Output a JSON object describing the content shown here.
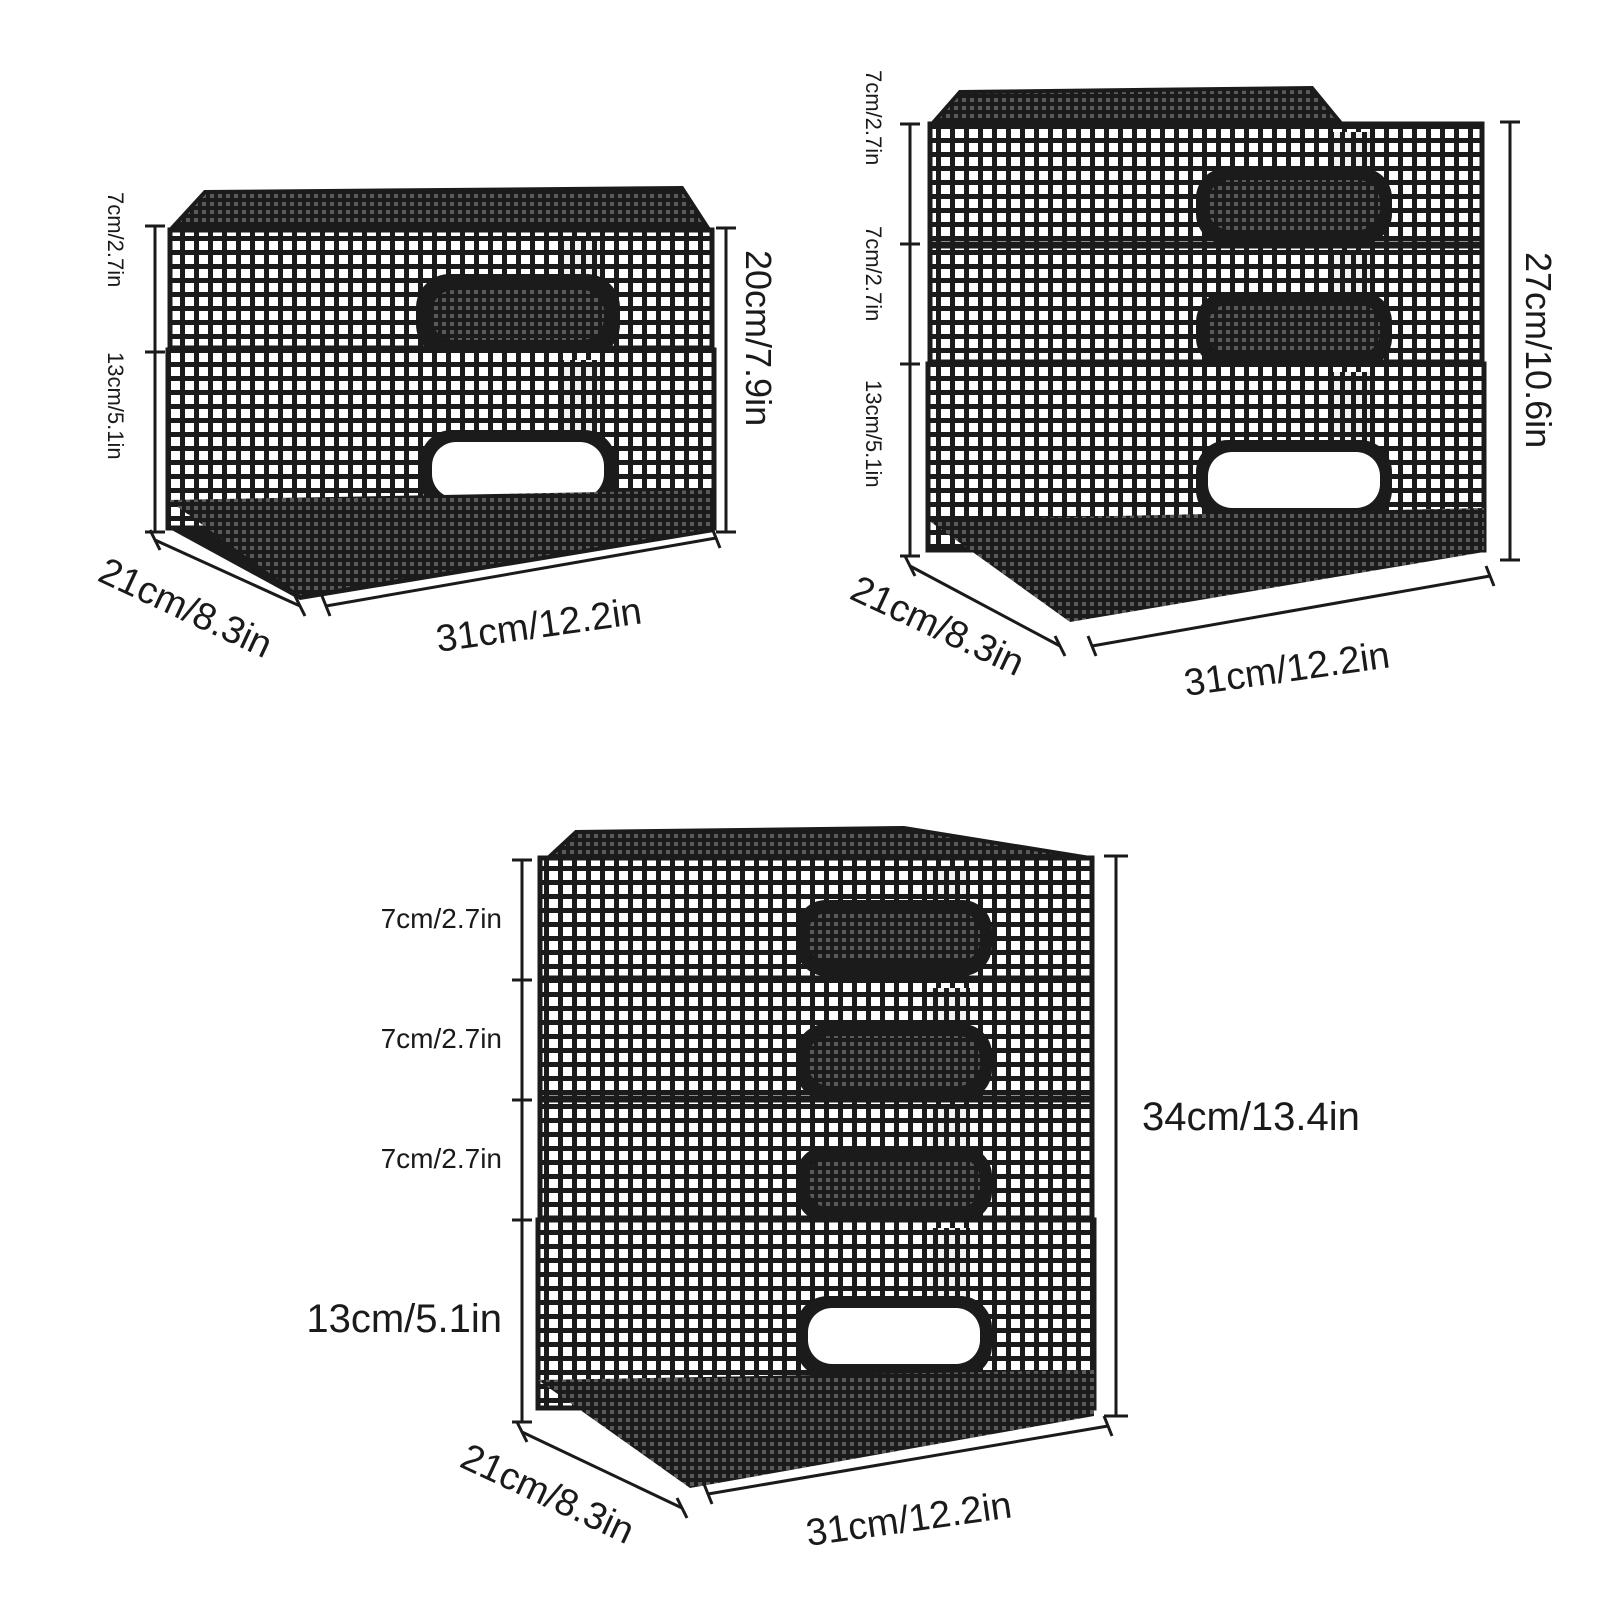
{
  "figures": [
    {
      "id": "two-tier",
      "tier_labels": [
        "7cm/2.7in",
        "13cm/5.1in"
      ],
      "total_height": "20cm/7.9in",
      "depth": "21cm/8.3in",
      "width": "31cm/12.2in"
    },
    {
      "id": "three-tier",
      "tier_labels": [
        "7cm/2.7in",
        "7cm/2.7in",
        "13cm/5.1in"
      ],
      "total_height": "27cm/10.6in",
      "depth": "21cm/8.3in",
      "width": "31cm/12.2in"
    },
    {
      "id": "four-tier",
      "tier_labels": [
        "7cm/2.7in",
        "7cm/2.7in",
        "7cm/2.7in",
        "13cm/5.1in"
      ],
      "total_height": "34cm/13.4in",
      "depth": "21cm/8.3in",
      "width": "31cm/12.2in"
    }
  ],
  "colors": {
    "basket": "#1b1b1b",
    "mesh_gap": "#ffffff",
    "dimension_line": "#1a1a1a"
  }
}
